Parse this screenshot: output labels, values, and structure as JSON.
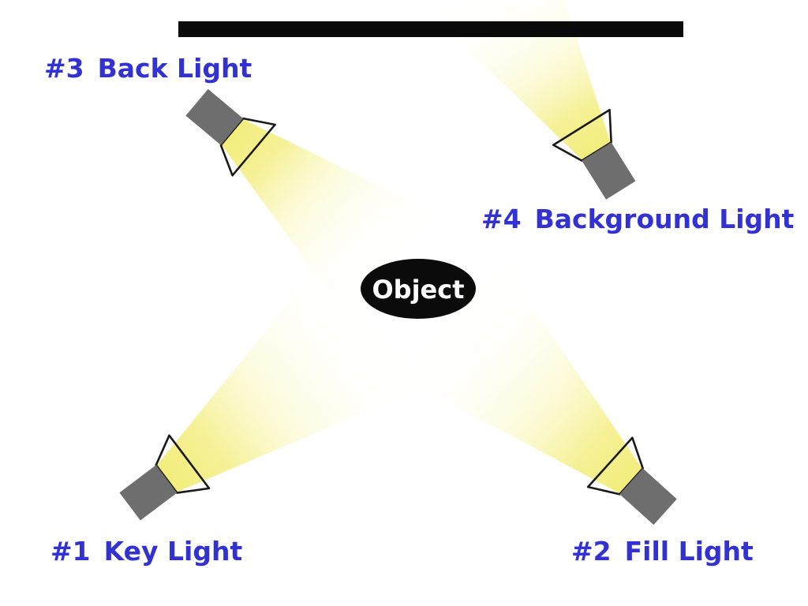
{
  "colors": {
    "background": "#ffffff",
    "bar_black": "#0a0a0a",
    "label_blue": "#3232d2",
    "fixture_gray": "#6e6e6e",
    "cone_outline": "#1a1a1a",
    "beam_bright": "#f2ec75",
    "beam_mid": "#f9f5ab",
    "beam_pale": "#fdfbd8",
    "beam_faint": "#fffceb",
    "object_fill": "#0b0b0b",
    "object_text": "#ffffff"
  },
  "scene": {
    "object_label": "Object",
    "lights": [
      {
        "num": "#1",
        "name": "Key Light"
      },
      {
        "num": "#2",
        "name": "Fill Light"
      },
      {
        "num": "#3",
        "name": "Back Light"
      },
      {
        "num": "#4",
        "name": "Background Light"
      }
    ]
  }
}
